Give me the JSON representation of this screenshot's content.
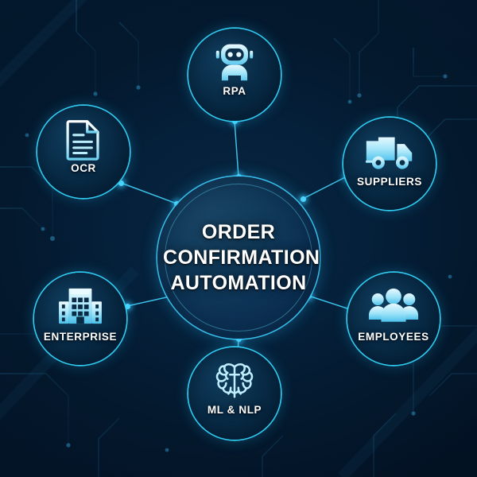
{
  "diagram": {
    "title": "Order Confirmation Automation hub-and-spoke diagram",
    "hub": {
      "line1": "ORDER",
      "line2": "CONFIRMATION",
      "line3": "AUTOMATION"
    },
    "nodes": [
      {
        "id": "rpa",
        "label": "RPA",
        "icon": "robot-icon"
      },
      {
        "id": "suppliers",
        "label": "SUPPLIERS",
        "icon": "delivery-truck-icon"
      },
      {
        "id": "employees",
        "label": "EMPLOYEES",
        "icon": "people-group-icon"
      },
      {
        "id": "mlnlp",
        "label": "ML & NLP",
        "icon": "brain-icon"
      },
      {
        "id": "enterprise",
        "label": "ENTERPRISE",
        "icon": "office-building-icon"
      },
      {
        "id": "ocr",
        "label": "OCR",
        "icon": "document-text-icon"
      }
    ],
    "colors": {
      "background": "#03172c",
      "accent_cyan": "#4fd8ff",
      "hub_fill": "#0d3255",
      "node_fill": "#06243c",
      "icon_light": "#d8f6ff",
      "icon_mid": "#6fd8f5",
      "label_text": "#ffffff"
    }
  }
}
